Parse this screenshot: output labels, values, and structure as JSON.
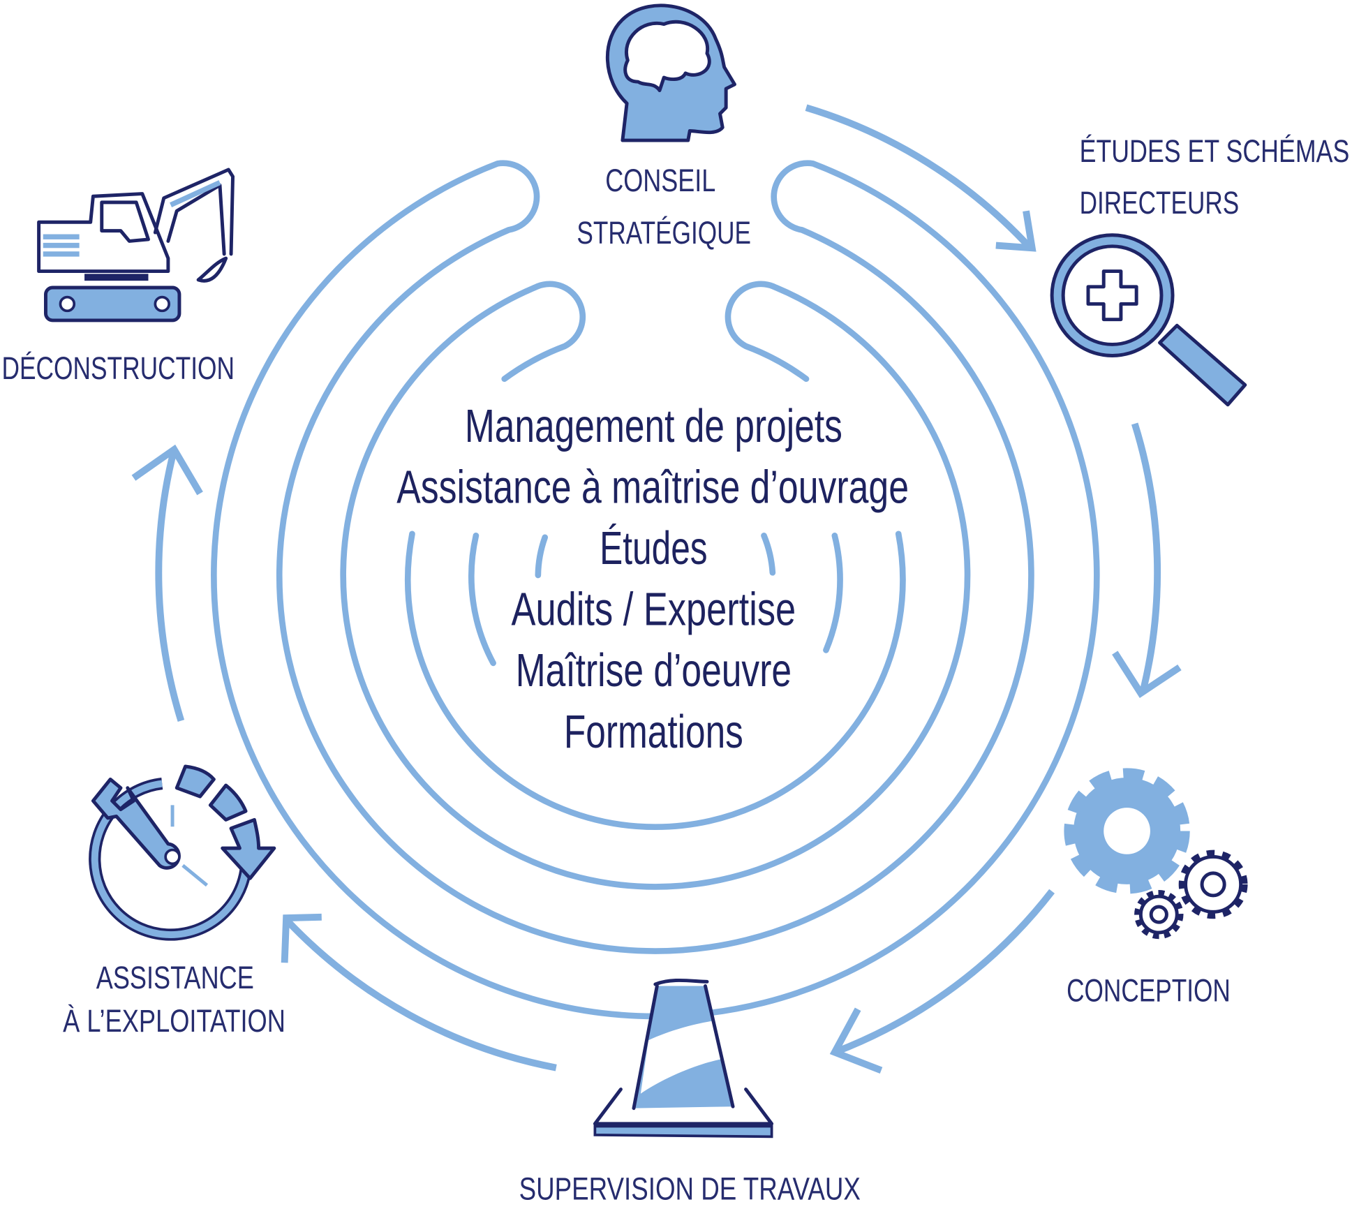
{
  "colors": {
    "accent": "#82b0e0",
    "text": "#1e2466",
    "background": "#ffffff"
  },
  "steps": [
    {
      "lines": [
        "CONSEIL",
        "STRATÉGIQUE"
      ],
      "icon": "head-brain-icon"
    },
    {
      "lines": [
        "ÉTUDES ET SCHÉMAS",
        "DIRECTEURS"
      ],
      "icon": "magnifier-plus-icon"
    },
    {
      "lines": [
        "CONCEPTION"
      ],
      "icon": "gears-icon"
    },
    {
      "lines": [
        "SUPERVISION DE TRAVAUX"
      ],
      "icon": "traffic-cone-icon"
    },
    {
      "lines": [
        "ASSISTANCE",
        "À L’EXPLOITATION"
      ],
      "icon": "wrench-clock-icon"
    },
    {
      "lines": [
        "DÉCONSTRUCTION"
      ],
      "icon": "excavator-icon"
    }
  ],
  "center": {
    "lines": [
      "Management de projets",
      "Assistance à maîtrise d’ouvrage",
      "Études",
      "Audits / Expertise",
      "Maîtrise d’oeuvre",
      "Formations"
    ]
  }
}
